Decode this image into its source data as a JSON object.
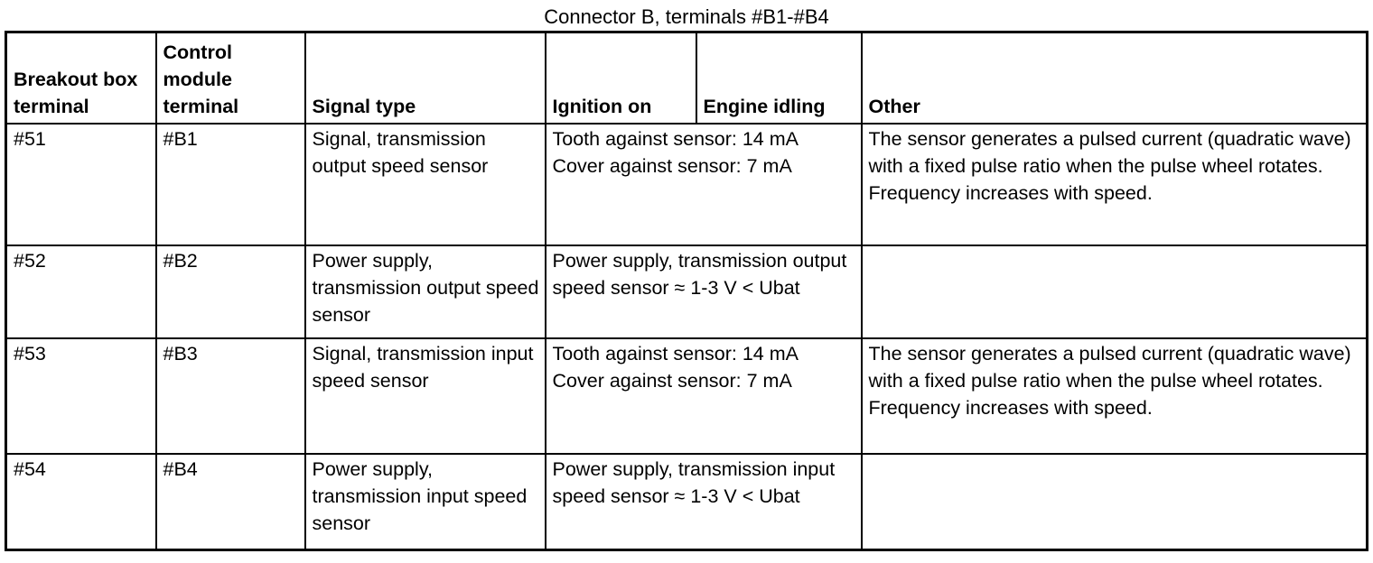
{
  "title": "Connector B, terminals #B1-#B4",
  "table": {
    "headers": [
      "Breakout box terminal",
      "Control module terminal",
      "Signal type",
      "Ignition on",
      "Engine idling",
      "Other"
    ],
    "rows": [
      {
        "breakout": "#51",
        "module": "#B1",
        "signal": "Signal, transmission output speed sensor",
        "ignition": "Tooth against sensor: 14 mA\nCover against sensor: 7 mA",
        "other": "The sensor generates a pulsed current (quadratic wave) with a fixed pulse ratio when the pulse wheel rotates. Frequency increases with speed."
      },
      {
        "breakout": "#52",
        "module": "#B2",
        "signal": "Power supply, transmission output speed sensor",
        "ignition": "Power supply, transmission output speed sensor ≈ 1-3 V < Ubat",
        "other": ""
      },
      {
        "breakout": "#53",
        "module": "#B3",
        "signal": "Signal, transmission input speed sensor",
        "ignition": "Tooth against sensor: 14 mA\nCover against sensor: 7 mA",
        "other": "The sensor generates a pulsed current (quadratic wave) with a fixed pulse ratio when the pulse wheel rotates. Frequency increases with speed."
      },
      {
        "breakout": "#54",
        "module": "#B4",
        "signal": "Power supply, transmission input speed sensor",
        "ignition": "Power supply, transmission input speed sensor ≈ 1-3 V < Ubat",
        "other": ""
      }
    ]
  }
}
